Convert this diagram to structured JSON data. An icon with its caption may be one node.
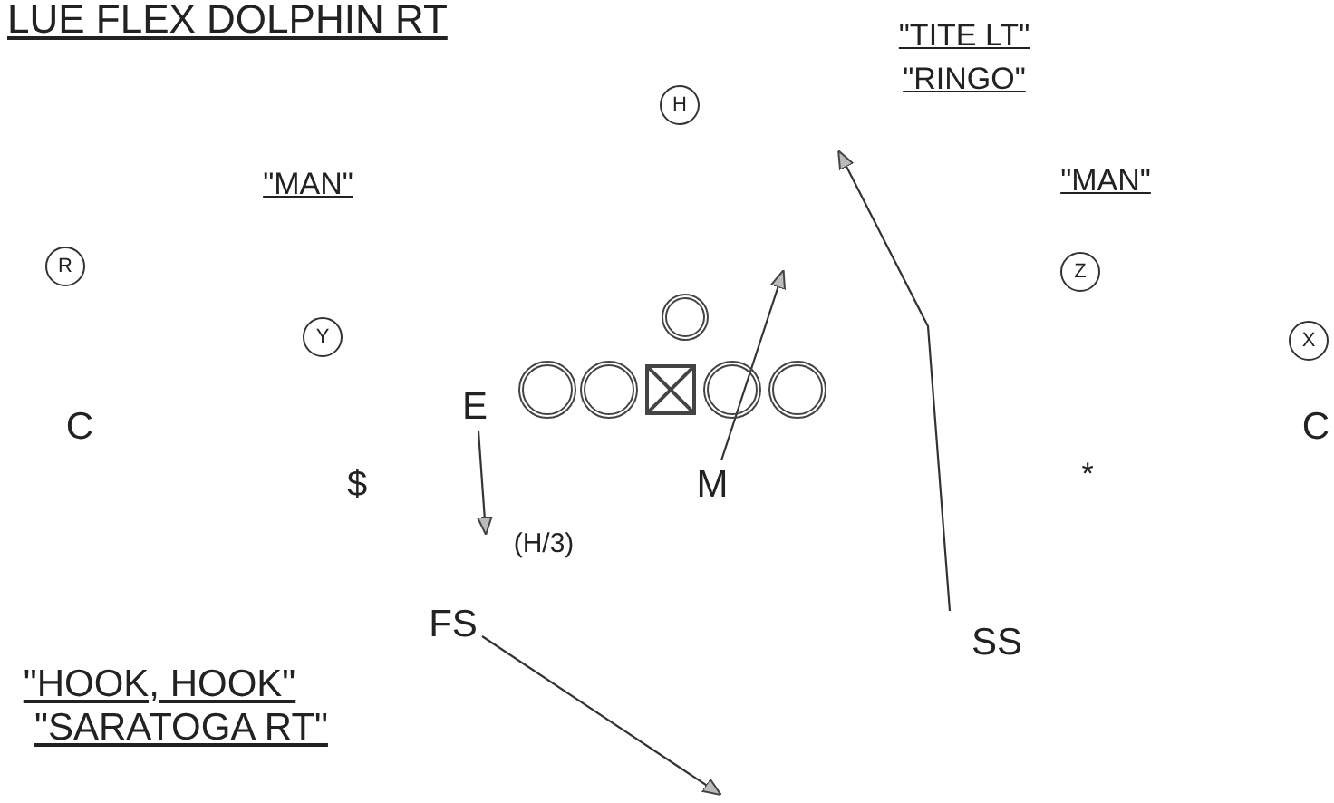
{
  "diagram": {
    "title": "LUE FLEX DOLPHIN RT",
    "nodes": [
      {
        "text": [
          "H"
        ]
      },
      {
        "text": [
          "R"
        ]
      },
      {
        "text": [
          "Z"
        ]
      },
      {
        "text": [],
        "shape": "circle"
      },
      {
        "text": [
          "Y"
        ]
      },
      {
        "text": [
          "X"
        ]
      },
      {
        "text": [],
        "shape": "circle"
      },
      {
        "text": [],
        "shape": "circle"
      },
      {
        "text": [],
        "shape": "box"
      },
      {
        "text": [],
        "shape": "circle"
      },
      {
        "text": [],
        "shape": "circle"
      },
      {
        "text": [
          "E"
        ]
      },
      {
        "text": [
          "M"
        ]
      },
      {
        "text": [
          "FS"
        ]
      },
      {
        "text": [
          "SS"
        ]
      },
      {
        "text": [
          "(H/3)"
        ]
      }
    ],
    "edges": [
      {
        "from": 11,
        "to": 15,
        "arrow": "to"
      },
      {
        "from": 12,
        "to": null,
        "arrow": "to"
      },
      {
        "from": 13,
        "to": null,
        "arrow": "to"
      },
      {
        "from": 14,
        "to": null,
        "arrow": "to"
      }
    ],
    "labels": [
      "\"TITE LT\"",
      "\"RINGO\"",
      "\"MAN\"",
      "\"MAN\"",
      "C",
      "C",
      "$",
      "*",
      "\"HOOK, HOOK\"",
      "\"SARATOGA RT\""
    ]
  }
}
